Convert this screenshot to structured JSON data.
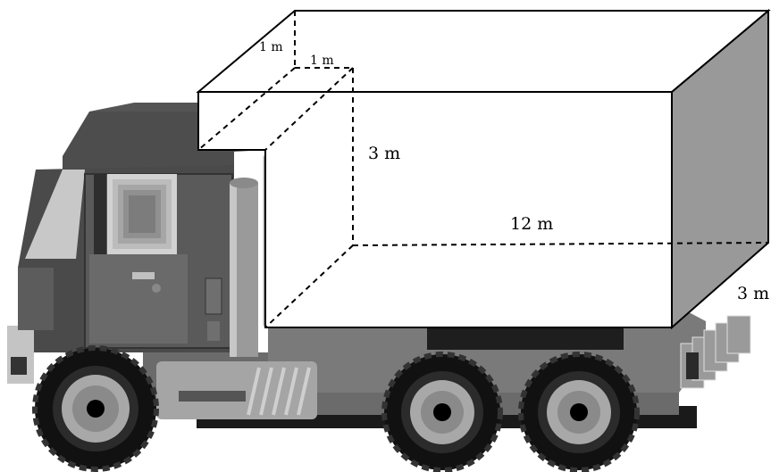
{
  "figure": {
    "kind": "truck-with-cargo-box",
    "dimensions": {
      "cutout_depth": "1 m",
      "cutout_width": "1 m",
      "height": "3 m",
      "length": "12 m",
      "width": "3 m"
    },
    "colors": {
      "outline": "#000000",
      "side_face": "#999999",
      "cab_dark": "#4d4d4d",
      "cab_mid": "#6e6e6e",
      "chassis": "#7a7a7a",
      "tire": "#111111",
      "hub": "#a8a8a8"
    }
  }
}
